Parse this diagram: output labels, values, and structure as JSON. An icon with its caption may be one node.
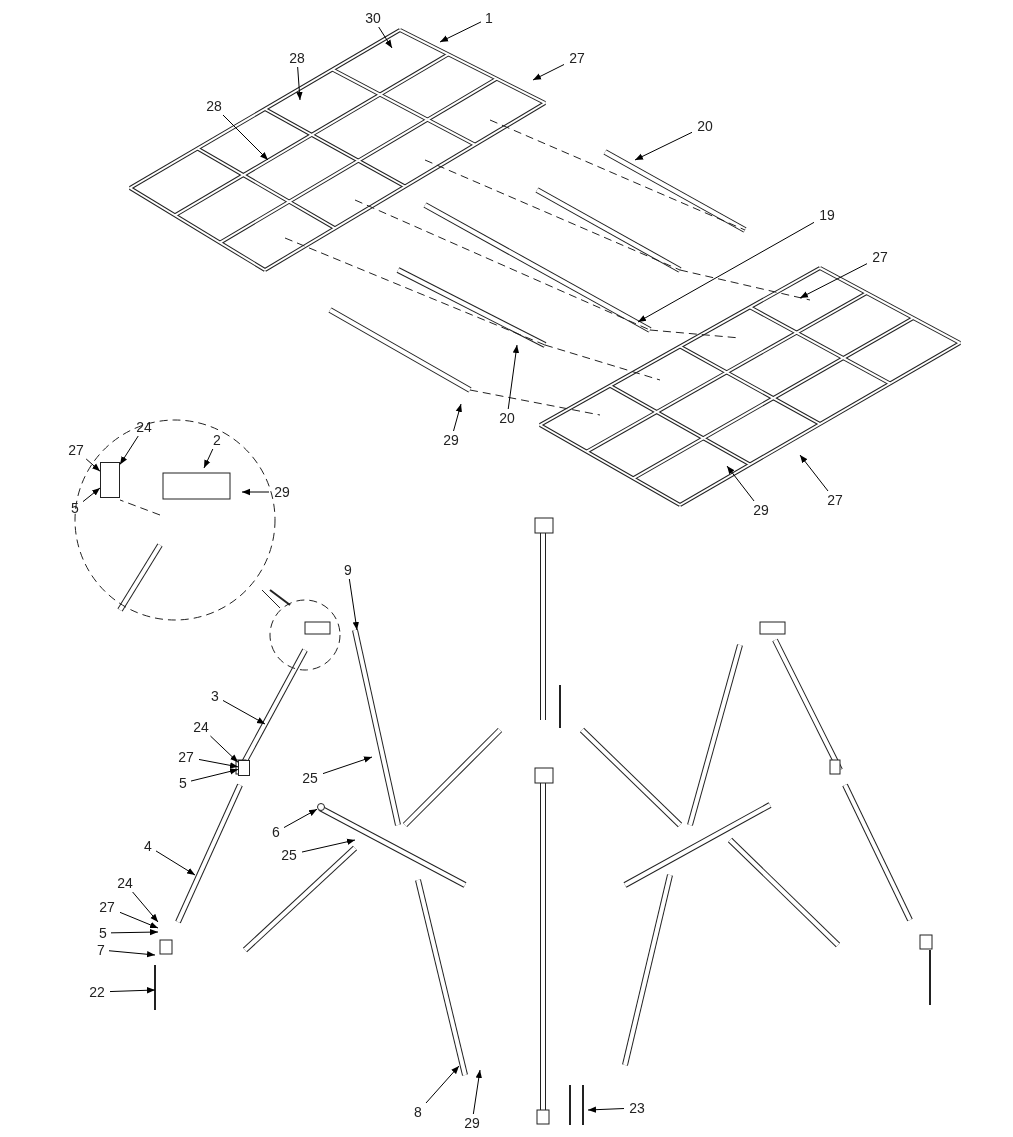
{
  "diagram": {
    "nodes": [
      {
        "text": [
          "30"
        ]
      },
      {
        "text": [
          "1"
        ]
      },
      {
        "text": [
          "27"
        ]
      },
      {
        "text": [
          "28"
        ]
      },
      {
        "text": [
          "28"
        ]
      },
      {
        "text": [
          "20"
        ]
      },
      {
        "text": [
          "19"
        ]
      },
      {
        "text": [
          "27"
        ]
      },
      {
        "text": [
          "20"
        ]
      },
      {
        "text": [
          "29"
        ]
      },
      {
        "text": [
          "29"
        ]
      },
      {
        "text": [
          "27"
        ]
      },
      {
        "text": [
          "24"
        ]
      },
      {
        "text": [
          "27"
        ]
      },
      {
        "text": [
          "2"
        ]
      },
      {
        "text": [
          "29"
        ]
      },
      {
        "text": [
          "5"
        ]
      },
      {
        "text": [
          "9"
        ]
      },
      {
        "text": [
          "3"
        ]
      },
      {
        "text": [
          "24"
        ]
      },
      {
        "text": [
          "27"
        ]
      },
      {
        "text": [
          "5"
        ]
      },
      {
        "text": [
          "25"
        ]
      },
      {
        "text": [
          "6"
        ]
      },
      {
        "text": [
          "25"
        ]
      },
      {
        "text": [
          "4"
        ]
      },
      {
        "text": [
          "24"
        ]
      },
      {
        "text": [
          "27"
        ]
      },
      {
        "text": [
          "5"
        ]
      },
      {
        "text": [
          "7"
        ]
      },
      {
        "text": [
          "22"
        ]
      },
      {
        "text": [
          "8"
        ]
      },
      {
        "text": [
          "29"
        ]
      },
      {
        "text": [
          "23"
        ]
      },
      {
        "text": [],
        "shape": "box"
      },
      {
        "text": [],
        "shape": "box"
      },
      {
        "text": [],
        "shape": "circle"
      }
    ],
    "edges": [
      {
        "from": 0,
        "to": null,
        "arrow": "to"
      },
      {
        "from": 1,
        "to": null,
        "arrow": "to"
      },
      {
        "from": 2,
        "to": null,
        "arrow": "to"
      },
      {
        "from": 3,
        "to": null,
        "arrow": "to"
      },
      {
        "from": 4,
        "to": null,
        "arrow": "to"
      },
      {
        "from": 5,
        "to": null,
        "arrow": "to"
      },
      {
        "from": 6,
        "to": null,
        "arrow": "to"
      },
      {
        "from": 7,
        "to": null,
        "arrow": "to"
      },
      {
        "from": 8,
        "to": null,
        "arrow": "to"
      },
      {
        "from": 9,
        "to": null,
        "arrow": "to"
      },
      {
        "from": 10,
        "to": null,
        "arrow": "to"
      },
      {
        "from": 11,
        "to": null,
        "arrow": "to"
      },
      {
        "from": 12,
        "to": 34,
        "arrow": "to"
      },
      {
        "from": 13,
        "to": 34,
        "arrow": "to"
      },
      {
        "from": 14,
        "to": null,
        "arrow": "to"
      },
      {
        "from": 15,
        "to": null,
        "arrow": "to"
      },
      {
        "from": 16,
        "to": 34,
        "arrow": "to"
      },
      {
        "from": 17,
        "to": null,
        "arrow": "to"
      },
      {
        "from": 18,
        "to": null,
        "arrow": "to"
      },
      {
        "from": 19,
        "to": 35,
        "arrow": "to"
      },
      {
        "from": 20,
        "to": 35,
        "arrow": "to"
      },
      {
        "from": 21,
        "to": 35,
        "arrow": "to"
      },
      {
        "from": 22,
        "to": null,
        "arrow": "to"
      },
      {
        "from": 23,
        "to": 36,
        "arrow": "to"
      },
      {
        "from": 24,
        "to": null,
        "arrow": "to"
      },
      {
        "from": 25,
        "to": null,
        "arrow": "to"
      },
      {
        "from": 26,
        "to": null,
        "arrow": "to"
      },
      {
        "from": 27,
        "to": null,
        "arrow": "to"
      },
      {
        "from": 28,
        "to": null,
        "arrow": "to"
      },
      {
        "from": 29,
        "to": null,
        "arrow": "to"
      },
      {
        "from": 30,
        "to": null,
        "arrow": "to"
      },
      {
        "from": 31,
        "to": null,
        "arrow": "to"
      },
      {
        "from": 32,
        "to": null,
        "arrow": "to"
      },
      {
        "from": 33,
        "to": null,
        "arrow": "to"
      }
    ]
  }
}
